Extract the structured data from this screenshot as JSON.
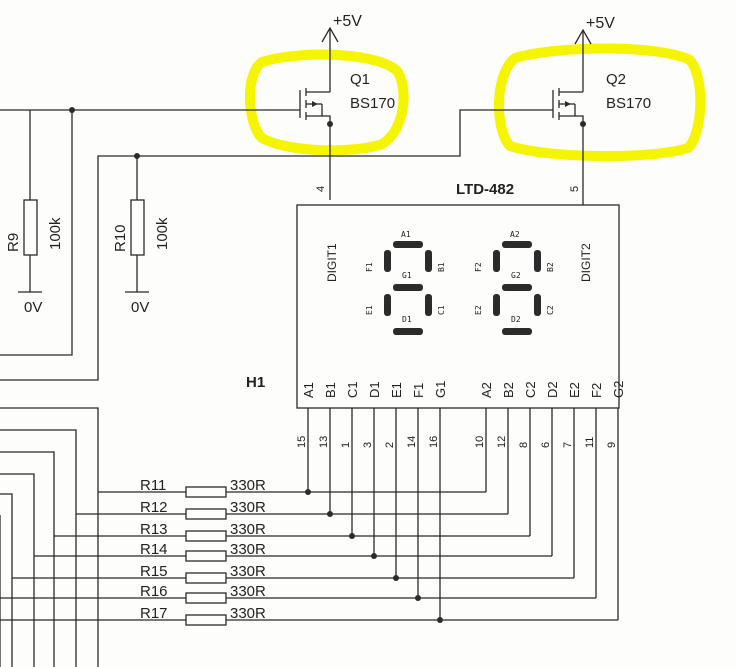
{
  "supply": {
    "q1_label": "+5V",
    "q2_label": "+5V"
  },
  "transistors": [
    {
      "ref": "Q1",
      "part": "BS170"
    },
    {
      "ref": "Q2",
      "part": "BS170"
    }
  ],
  "highlight_color": "#f5f500",
  "pulldowns": [
    {
      "ref": "R9",
      "value": "100k",
      "gnd": "0V"
    },
    {
      "ref": "R10",
      "value": "100k",
      "gnd": "0V"
    }
  ],
  "display": {
    "part": "LTD-482",
    "ref": "H1",
    "digit1_label": "DIGIT1",
    "digit2_label": "DIGIT2",
    "digit1_pin": "4",
    "digit2_pin": "5",
    "seg_labels_1": {
      "a": "A1",
      "b": "B1",
      "c": "C1",
      "d": "D1",
      "e": "E1",
      "f": "F1",
      "g": "G1"
    },
    "seg_labels_2": {
      "a": "A2",
      "b": "B2",
      "c": "C2",
      "d": "D2",
      "e": "E2",
      "f": "F2",
      "g": "G2"
    },
    "bottom_pins": [
      "A1",
      "B1",
      "C1",
      "D1",
      "E1",
      "F1",
      "G1",
      "A2",
      "B2",
      "C2",
      "D2",
      "E2",
      "F2",
      "G2"
    ],
    "pin_numbers": [
      "15",
      "13",
      "1",
      "3",
      "2",
      "14",
      "16",
      "10",
      "12",
      "8",
      "6",
      "7",
      "11",
      "9"
    ]
  },
  "resistors": [
    {
      "ref": "R11",
      "value": "330R"
    },
    {
      "ref": "R12",
      "value": "330R"
    },
    {
      "ref": "R13",
      "value": "330R"
    },
    {
      "ref": "R14",
      "value": "330R"
    },
    {
      "ref": "R15",
      "value": "330R"
    },
    {
      "ref": "R16",
      "value": "330R"
    },
    {
      "ref": "R17",
      "value": "330R"
    }
  ]
}
